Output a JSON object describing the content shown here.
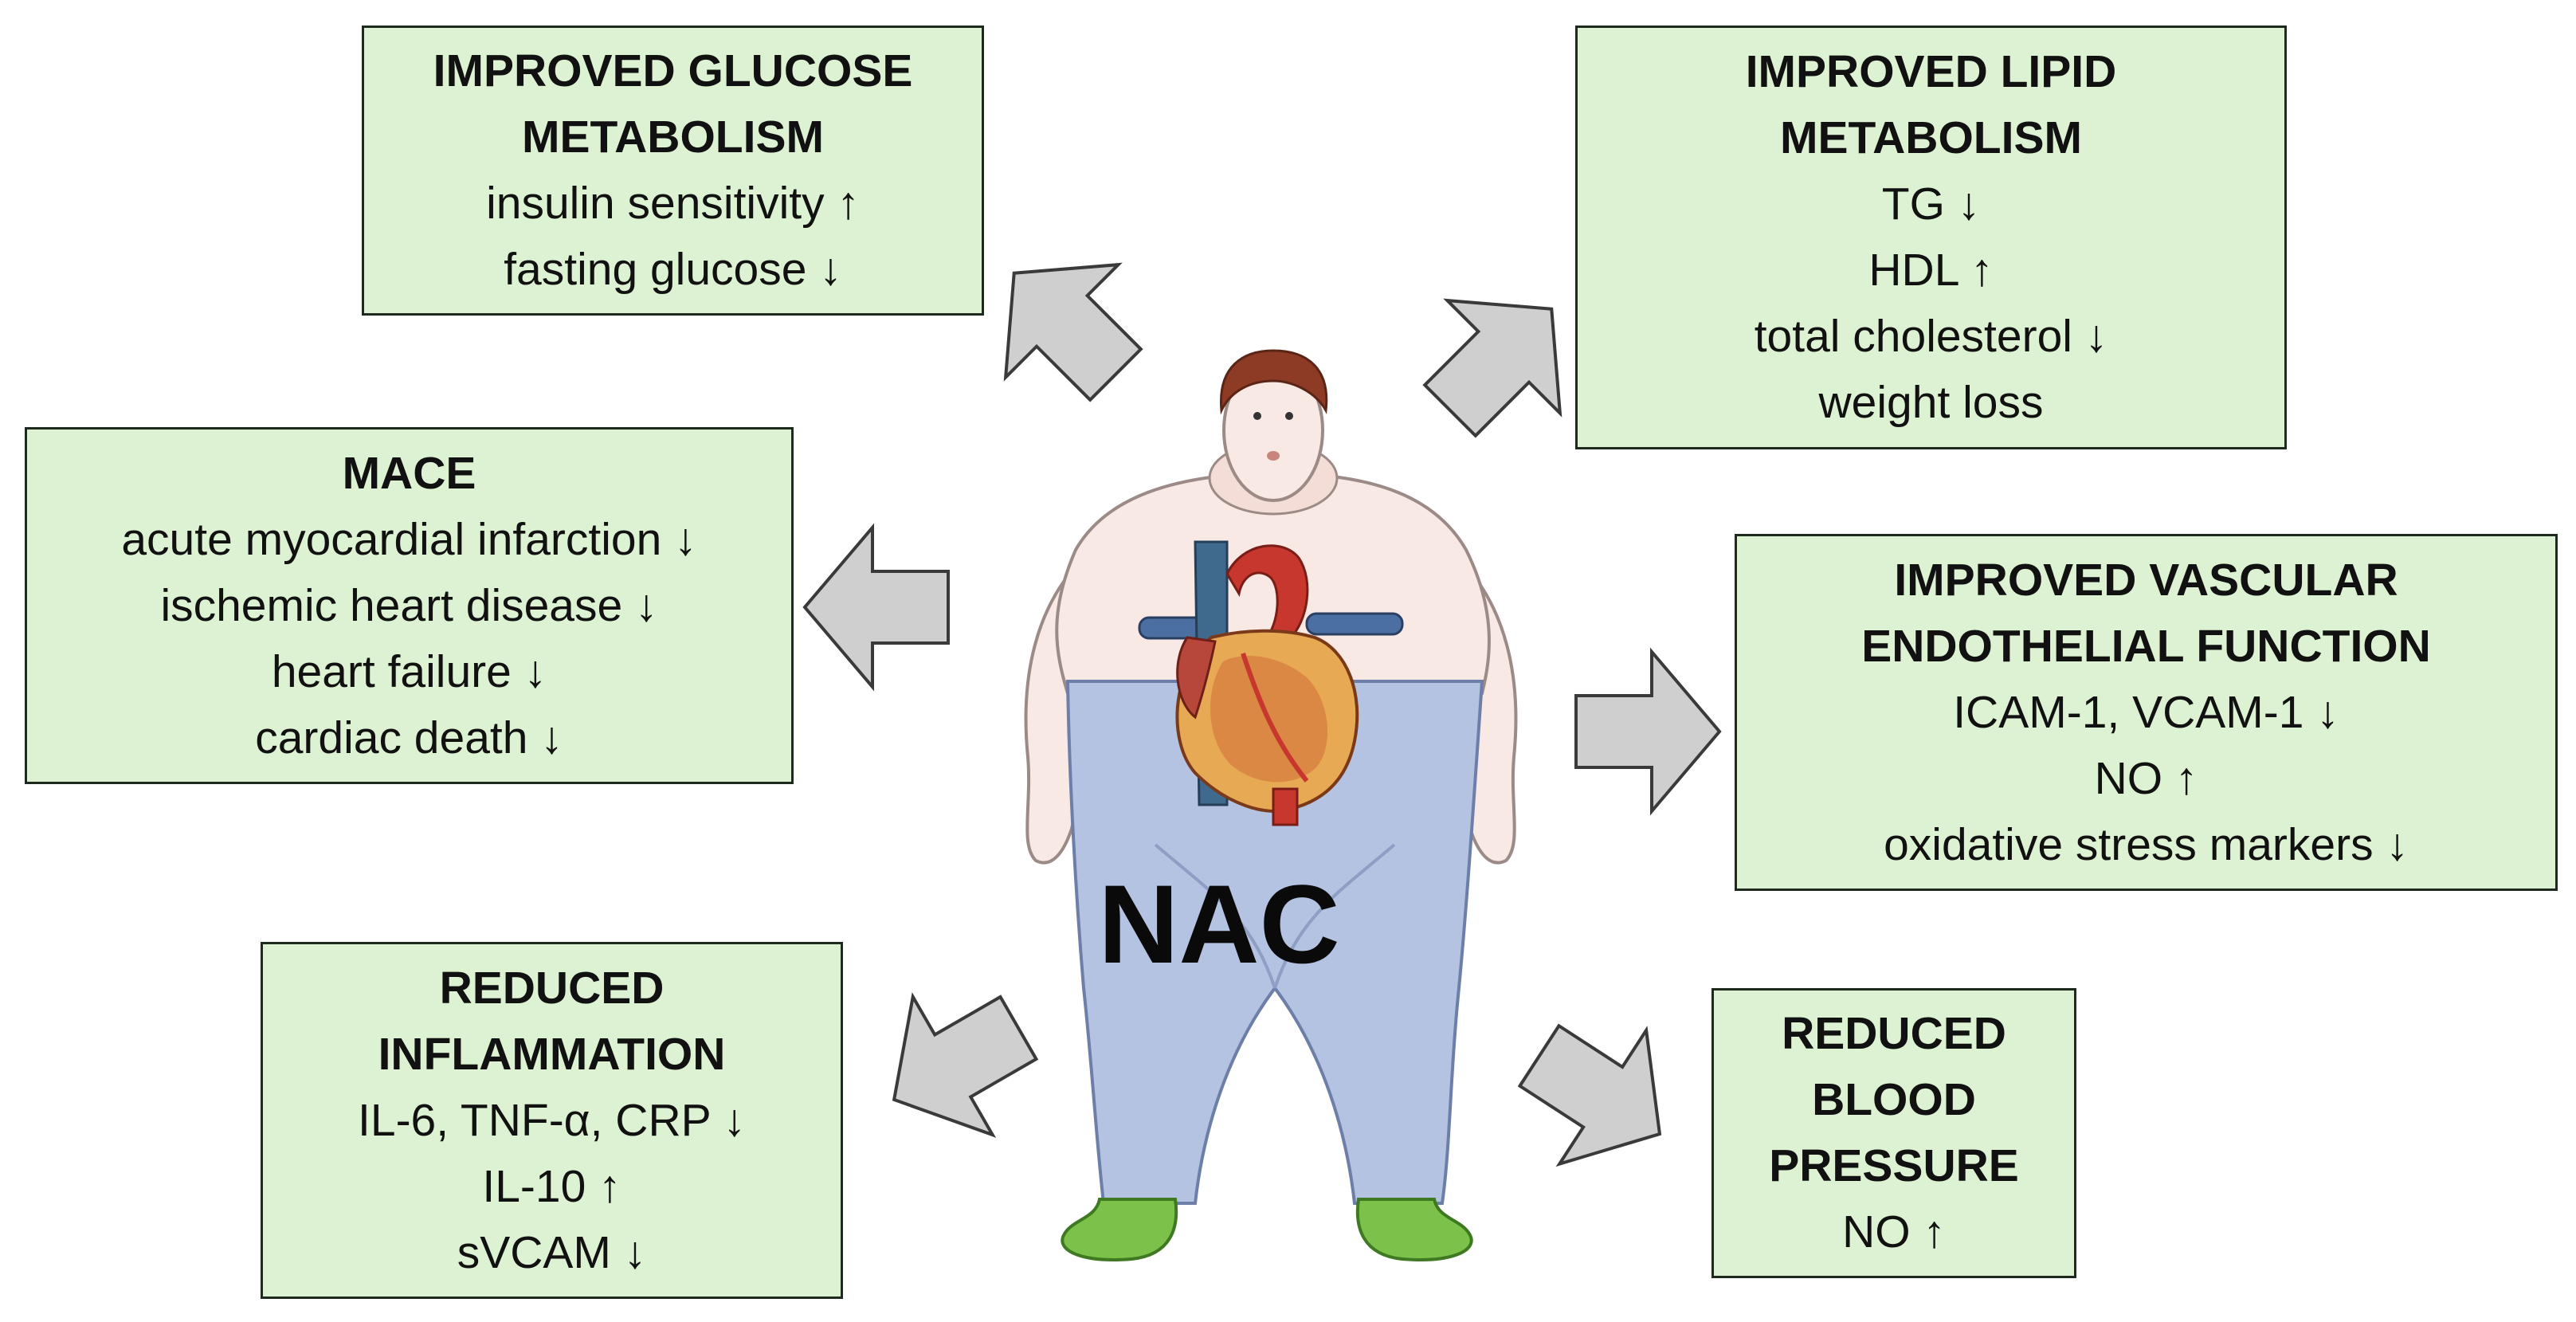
{
  "center_label": "NAC",
  "colors": {
    "box_fill": "#dcf2d3",
    "box_border": "#1f2a1f",
    "arrow_fill": "#cfcfcf",
    "pants": "#b5c3e3",
    "skin": "#f8e9e4",
    "shoes": "#7cc24a",
    "hair": "#8e3b25"
  },
  "boxes": {
    "glucose": {
      "title": [
        "IMPROVED GLUCOSE",
        "METABOLISM"
      ],
      "items": [
        "insulin sensitivity ↑",
        "fasting glucose ↓"
      ]
    },
    "lipid": {
      "title": [
        "IMPROVED LIPID",
        "METABOLISM"
      ],
      "items": [
        "TG ↓",
        "HDL ↑",
        "total cholesterol ↓",
        "weight loss"
      ]
    },
    "mace": {
      "title": [
        "MACE"
      ],
      "items": [
        "acute myocardial infarction ↓",
        "ischemic heart disease ↓",
        "heart failure ↓",
        "cardiac death ↓"
      ]
    },
    "vascular": {
      "title": [
        "IMPROVED VASCULAR",
        "ENDOTHELIAL FUNCTION"
      ],
      "items": [
        "ICAM-1, VCAM-1 ↓",
        "NO ↑",
        "oxidative stress markers ↓"
      ]
    },
    "inflammation": {
      "title": [
        "REDUCED",
        "INFLAMMATION"
      ],
      "items": [
        "IL-6, TNF-α, CRP ↓",
        "IL-10 ↑",
        "sVCAM ↓"
      ]
    },
    "blood_pressure": {
      "title": [
        "REDUCED",
        "BLOOD",
        "PRESSURE"
      ],
      "items": [
        "NO ↑"
      ]
    }
  }
}
